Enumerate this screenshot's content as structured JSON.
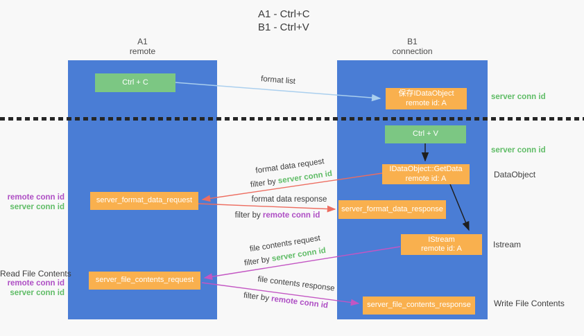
{
  "title": {
    "line1": "A1 - Ctrl+C",
    "line2": "B1 - Ctrl+V"
  },
  "lanes": {
    "left": {
      "title": "A1",
      "subtitle": "remote"
    },
    "right": {
      "title": "B1",
      "subtitle": "connection"
    }
  },
  "boxes": {
    "ctrl_c": {
      "label": "Ctrl + C"
    },
    "ctrl_v": {
      "label": "Ctrl + V"
    },
    "save_idataobject": {
      "line1": "保存IDataObject",
      "line2": "remote id: A"
    },
    "idataobject_getdata": {
      "line1": "IDataObject::GetData",
      "line2": "remote id: A"
    },
    "istream": {
      "line1": "IStream",
      "line2": "remote id: A"
    },
    "server_format_data_request": {
      "label": "server_format_data_request"
    },
    "server_format_data_response": {
      "label": "server_format_data_response"
    },
    "server_file_contents_request": {
      "label": "server_file_contents_request"
    },
    "server_file_contents_response": {
      "label": "server_file_contents_response"
    }
  },
  "arrow_labels": {
    "format_list": "format list",
    "format_data_request": "format data request",
    "format_data_request_filter": {
      "prefix": "filter by ",
      "key": "server conn id"
    },
    "format_data_response": "format data response",
    "format_data_response_filter": {
      "prefix": "filter by ",
      "key": "remote conn id"
    },
    "file_contents_request": "file contents request",
    "file_contents_request_filter": {
      "prefix": "filter by ",
      "key": "server conn id"
    },
    "file_contents_response": "file contents response",
    "file_contents_response_filter": {
      "prefix": "filter by ",
      "key": "remote conn id"
    }
  },
  "side_labels": {
    "right_server_conn_id_1": "server conn id",
    "right_server_conn_id_2": "server conn id",
    "right_dataobject": "DataObject",
    "right_istream": "Istream",
    "right_write_file_contents": "Write File Contents",
    "left_remote_conn_id_1": "remote conn id",
    "left_server_conn_id_1": "server conn id",
    "left_read_file_contents": "Read File Contents",
    "left_remote_conn_id_2": "remote conn id",
    "left_server_conn_id_2": "server conn id"
  },
  "colors": {
    "background": "#f8f8f8",
    "lane_blue": "#4a7dd5",
    "box_orange": "#f9b04e",
    "box_green": "#7cc783",
    "green_text": "#5fbc66",
    "purple_text": "#ae4ec4",
    "red_arrow": "#ed6d60",
    "magenta_arrow": "#c356c3",
    "light_blue_arrow": "#aacfee",
    "black_arrow": "#1f1f1f",
    "dark_text": "#3d3d3d"
  }
}
